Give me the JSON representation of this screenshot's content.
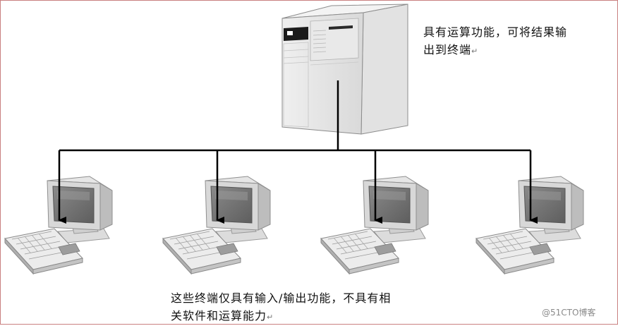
{
  "captions": {
    "server_line1": "具有运算功能，可将结果输",
    "server_line2": "出到终端",
    "terminal_line1": "这些终端仅具有输入/输出功能，不具有相",
    "terminal_line2": "关软件和运算能力",
    "paragraph_mark": "↵"
  },
  "watermark": "@51CTO博客",
  "nodes": {
    "server": "server-icon",
    "terminals": [
      "terminal-1",
      "terminal-2",
      "terminal-3",
      "terminal-4"
    ]
  }
}
